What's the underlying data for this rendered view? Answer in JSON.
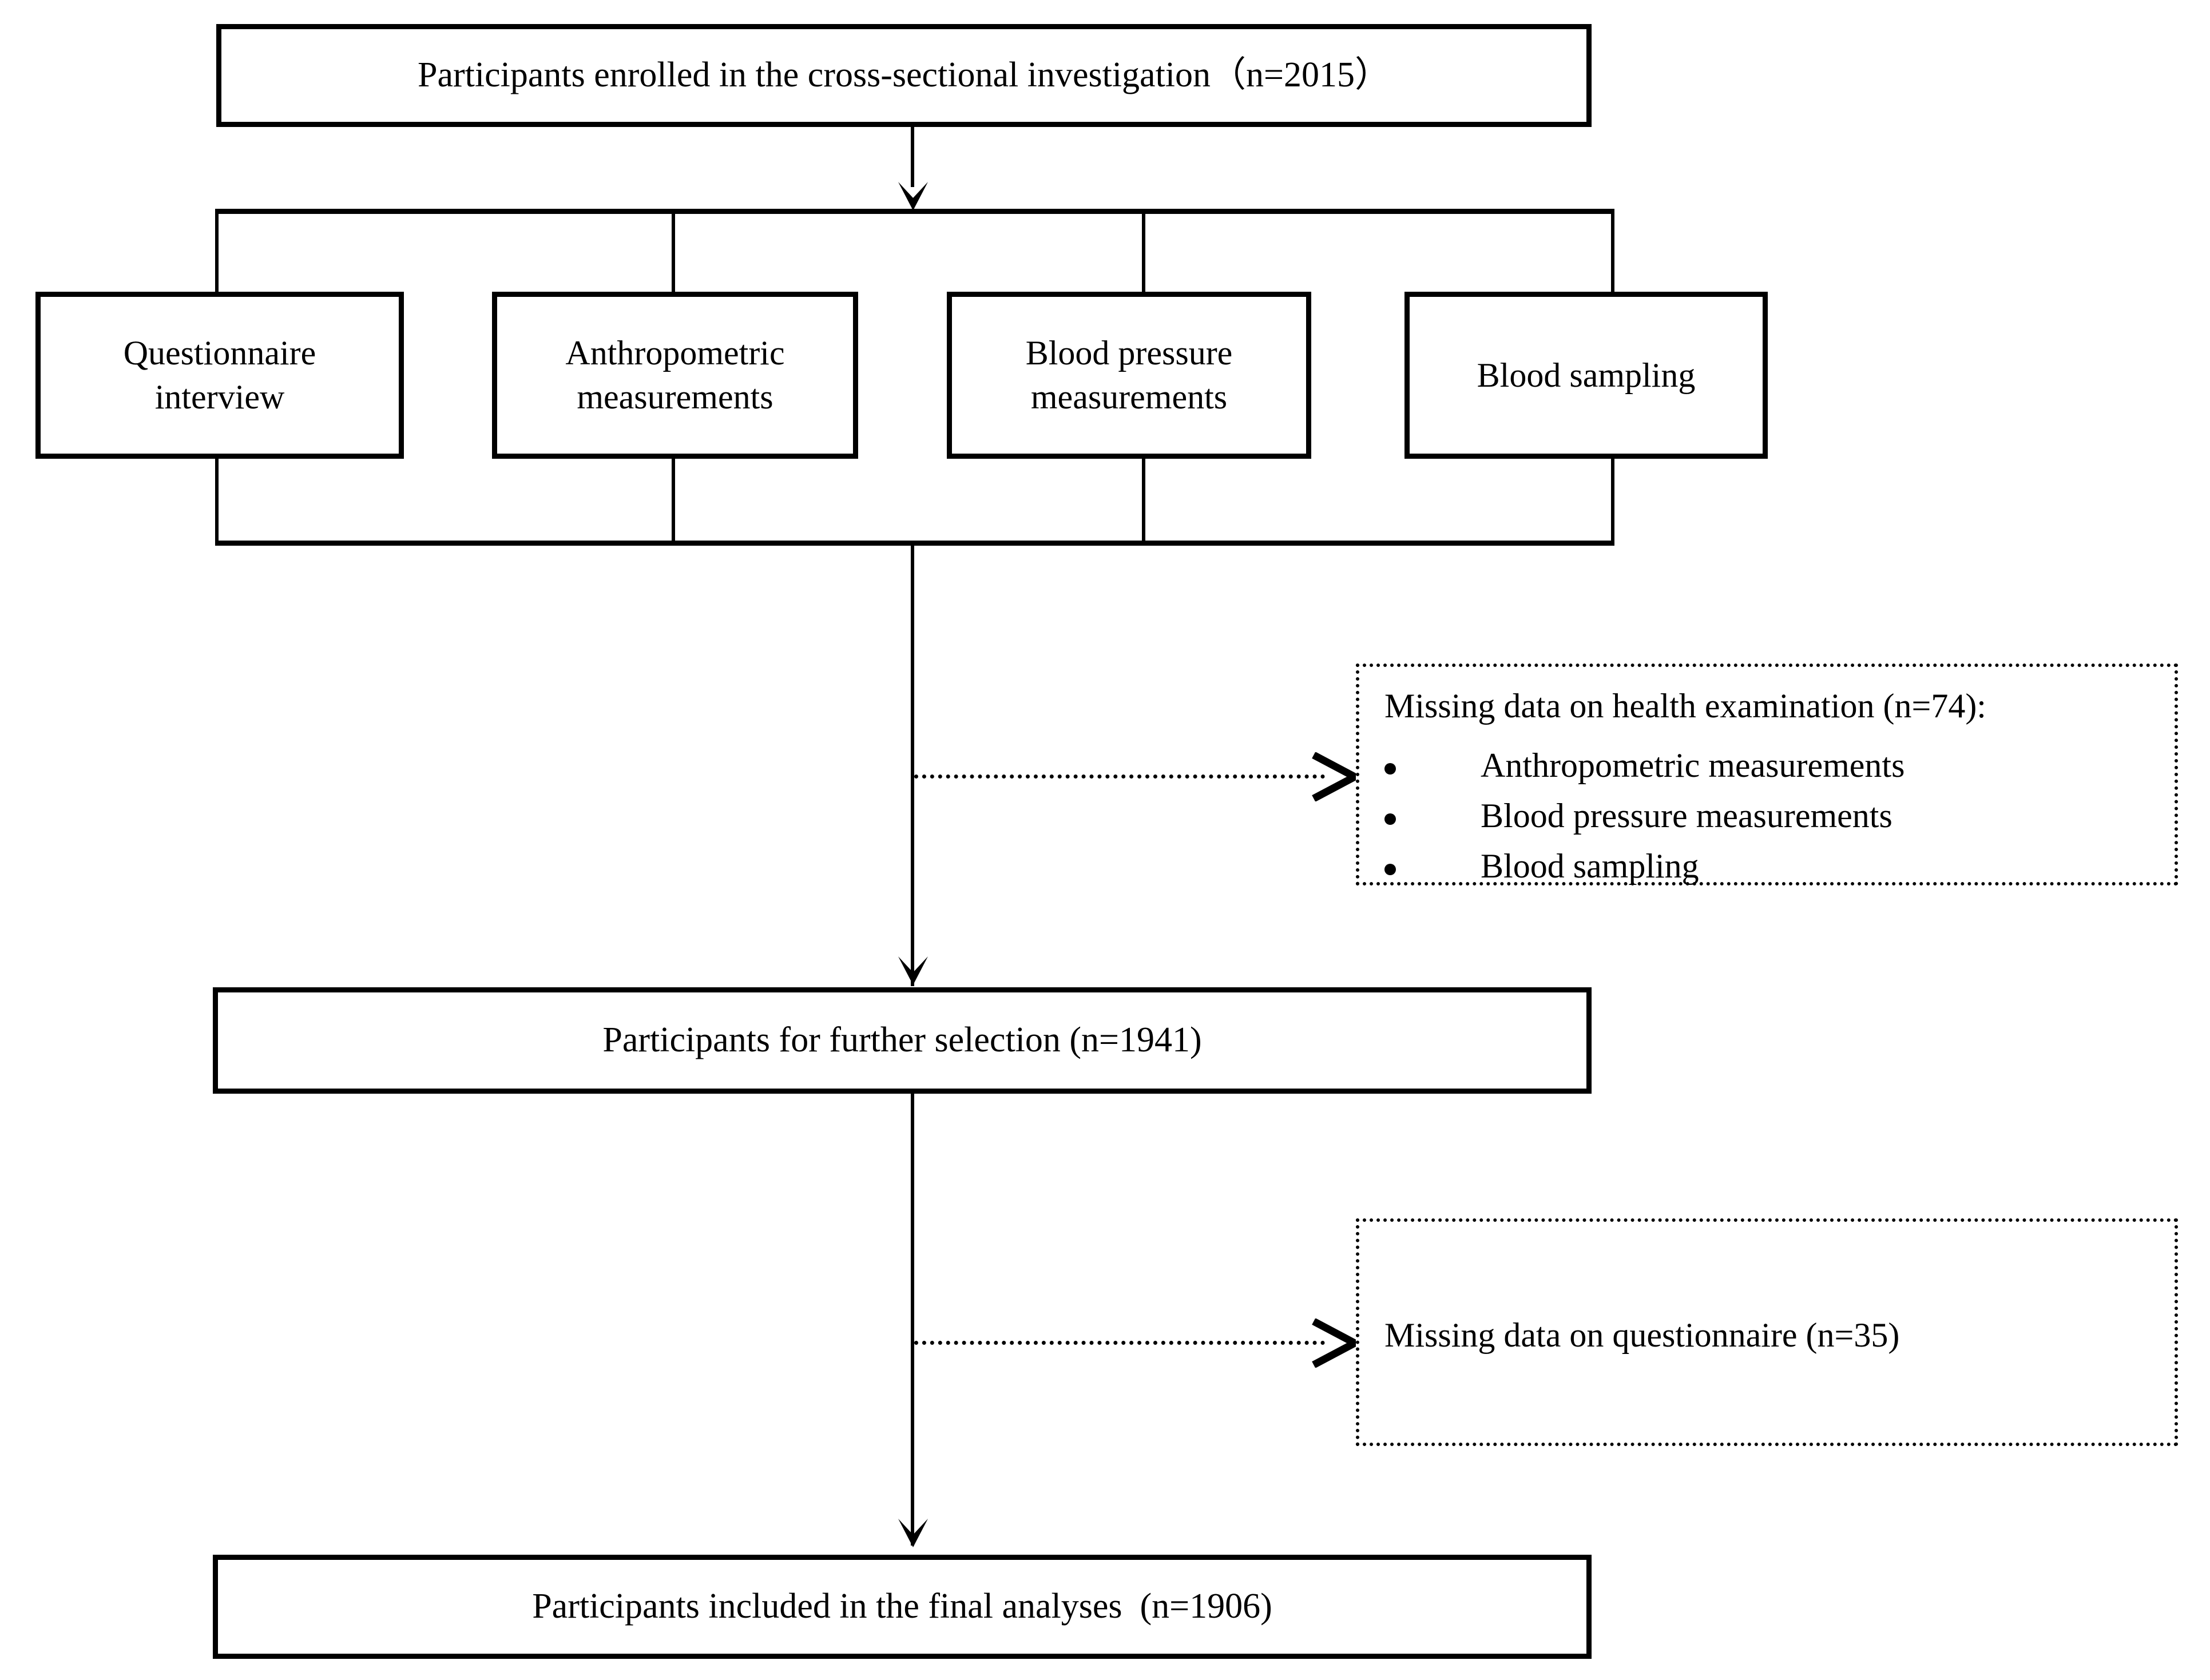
{
  "figure": {
    "type": "flowchart",
    "orientation": "top-to-bottom",
    "description": "Participant selection flow diagram for a cross-sectional investigation"
  },
  "nodes": {
    "enrolled": {
      "label": "Participants enrolled in the cross-sectional investigation（n=2015）",
      "n": 2015
    },
    "procedures": [
      {
        "label": "Questionnaire\ninterview"
      },
      {
        "label": "Anthropometric\nmeasurements"
      },
      {
        "label": "Blood pressure\nmeasurements"
      },
      {
        "label": "Blood sampling"
      }
    ],
    "further_selection": {
      "label": "Participants for further selection (n=1941)",
      "n": 1941
    },
    "final_analyses": {
      "label": "Participants included in the final analyses  (n=1906)",
      "n": 1906
    }
  },
  "exclusions": [
    {
      "title": "Missing data on health examination (n=74):",
      "n": 74,
      "items": [
        "Anthropometric measurements",
        "Blood pressure measurements",
        "Blood sampling"
      ]
    },
    {
      "title": "Missing data on questionnaire (n=35)",
      "n": 35,
      "items": []
    }
  ],
  "connectors": {
    "arrow_down_name": "arrow-down-icon",
    "chevron_right_name": "chevron-right-arrowhead-icon",
    "solid_line_color": "#000000",
    "dotted_line_color": "#000000"
  },
  "chart_data": {
    "type": "flow",
    "title": "Participant selection flowchart",
    "stages": [
      {
        "stage": "Participants enrolled in the cross-sectional investigation",
        "n": 2015
      },
      {
        "stage": "Participants for further selection",
        "n": 1941
      },
      {
        "stage": "Participants included in the final analyses",
        "n": 1906
      }
    ],
    "exclusions": [
      {
        "reason": "Missing data on health examination",
        "n": 74,
        "subreasons": [
          "Anthropometric measurements",
          "Blood pressure measurements",
          "Blood sampling"
        ]
      },
      {
        "reason": "Missing data on questionnaire",
        "n": 35,
        "subreasons": []
      }
    ],
    "parallel_procedures": [
      "Questionnaire interview",
      "Anthropometric measurements",
      "Blood pressure measurements",
      "Blood sampling"
    ]
  }
}
